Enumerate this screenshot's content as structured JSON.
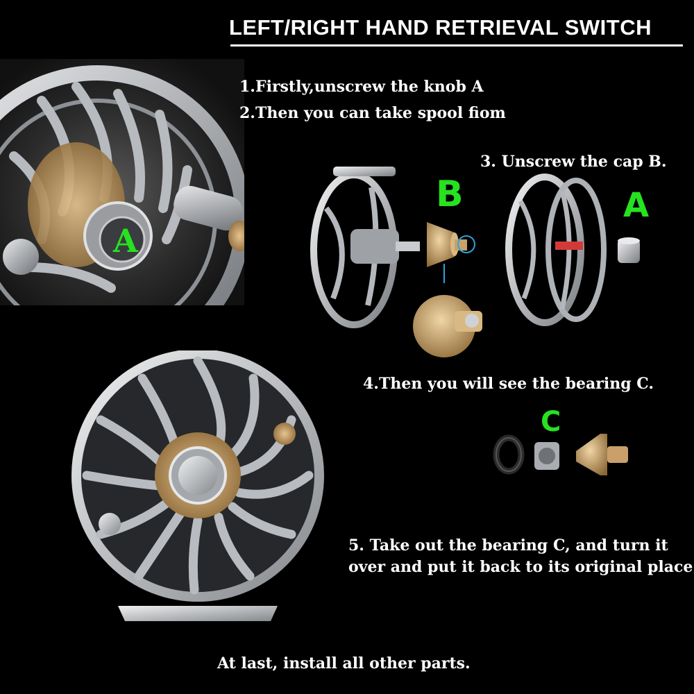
{
  "title": "LEFT/RIGHT HAND RETRIEVAL SWITCH",
  "steps": {
    "s1": "1.Firstly,unscrew the knob A",
    "s2": "2.Then you can take spool fiom",
    "s3": "3. Unscrew the cap B.",
    "s4": "4.Then you will see the bearing C.",
    "s5_line1": "5. Take out the bearing C, and turn it",
    "s5_line2": "over and put it back to its original place.",
    "final": "At last, install all other parts."
  },
  "labels": {
    "knob_a": "A",
    "cap_b": "B",
    "knob_a_right": "A",
    "bearing_c": "C"
  },
  "colors": {
    "label_green": "#26e21f",
    "background": "#000000",
    "metal_silver": "#b9bcc0",
    "metal_gold": "#c9a06a"
  }
}
